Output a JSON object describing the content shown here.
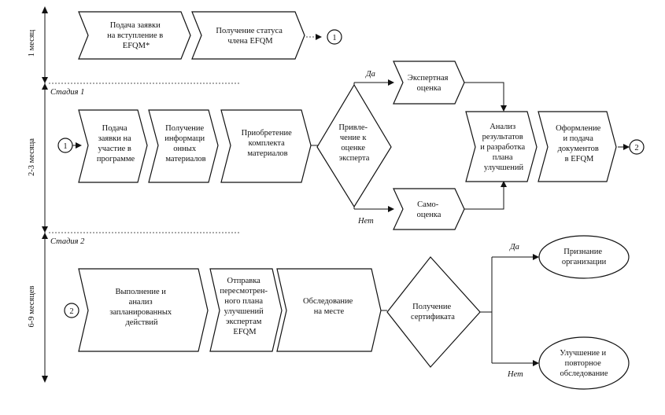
{
  "periods": [
    "1 месяц",
    "2-3 месяца",
    "6-9 месяцев"
  ],
  "stages": [
    "Стадия 1",
    "Стадия 2"
  ],
  "connectors": [
    "1",
    "2"
  ],
  "decision_labels": {
    "yes": "Да",
    "no": "Нет"
  },
  "row1": {
    "apply": [
      "Подача заявки",
      "на вступление в",
      "EFQM*"
    ],
    "status": [
      "Получение статуса",
      "члена EFQM"
    ]
  },
  "row2": {
    "apply_program": [
      "Подача",
      "заявки на",
      "участие в",
      "программе"
    ],
    "info": [
      "Получение",
      "информаци",
      "онных",
      "материалов"
    ],
    "kit": [
      "Приобретение",
      "комплекта",
      "материалов"
    ],
    "expert_decision": [
      "Привле-",
      "чение к",
      "оценке",
      "эксперта"
    ],
    "expert_assessment": [
      "Экспертная",
      "оценка"
    ],
    "self_assessment": [
      "Само-",
      "оценка"
    ],
    "analysis": [
      "Анализ",
      "результатов",
      "и разработка",
      "плана",
      "улучшений"
    ],
    "docs": [
      "Оформление",
      "и подача",
      "документов",
      "в EFQM"
    ]
  },
  "row3": {
    "execution": [
      "Выполнение и",
      "анализ",
      "запланированных",
      "действий"
    ],
    "send_plan": [
      "Отправка",
      "пересмотрен-",
      "ного плана",
      "улучшений",
      "экспертам",
      "EFQM"
    ],
    "site_visit": [
      "Обследование",
      "на месте"
    ],
    "certificate": [
      "Получение",
      "сертификата"
    ],
    "recognition": [
      "Признание",
      "организации"
    ],
    "improvement": [
      "Улучшение и",
      "повторное",
      "обследование"
    ]
  }
}
